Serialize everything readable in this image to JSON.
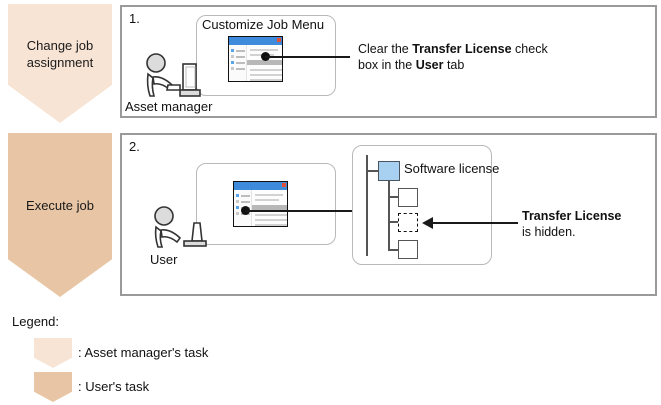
{
  "phases": [
    {
      "id": "change-job-assignment",
      "label": "Change job\nassignment",
      "color": "#f8e4d4"
    },
    {
      "id": "execute-job",
      "label": "Execute job",
      "color": "#e8c6a5"
    }
  ],
  "panel1": {
    "number": "1.",
    "box_title": "Customize Job Menu",
    "actor_caption": "Asset manager",
    "annotation": {
      "line1_pre": "Clear the ",
      "line1_bold": "Transfer License",
      "line1_post": " check",
      "line2_pre": "box in the ",
      "line2_bold": "User",
      "line2_post": " tab"
    }
  },
  "panel2": {
    "number": "2.",
    "actor_caption": "User",
    "tree": {
      "root_label": "Software license",
      "root_color": "#a8d0f0",
      "children": [
        {
          "name": "node-plain-1",
          "state": "visible"
        },
        {
          "name": "node-hidden",
          "state": "hidden"
        },
        {
          "name": "node-plain-2",
          "state": "visible"
        }
      ]
    },
    "annotation": {
      "line1_bold": "Transfer License",
      "line2": "is hidden."
    }
  },
  "legend": {
    "title": "Legend:",
    "items": [
      {
        "swatch_color": "#f8e4d4",
        "label": ": Asset manager's task"
      },
      {
        "swatch_color": "#e8c6a5",
        "label": ": User's task"
      }
    ]
  },
  "window_glyph": {
    "titlebar_color": "#3f8bdb",
    "close_color": "#e2523a",
    "accent_color": "#59a3e8"
  }
}
